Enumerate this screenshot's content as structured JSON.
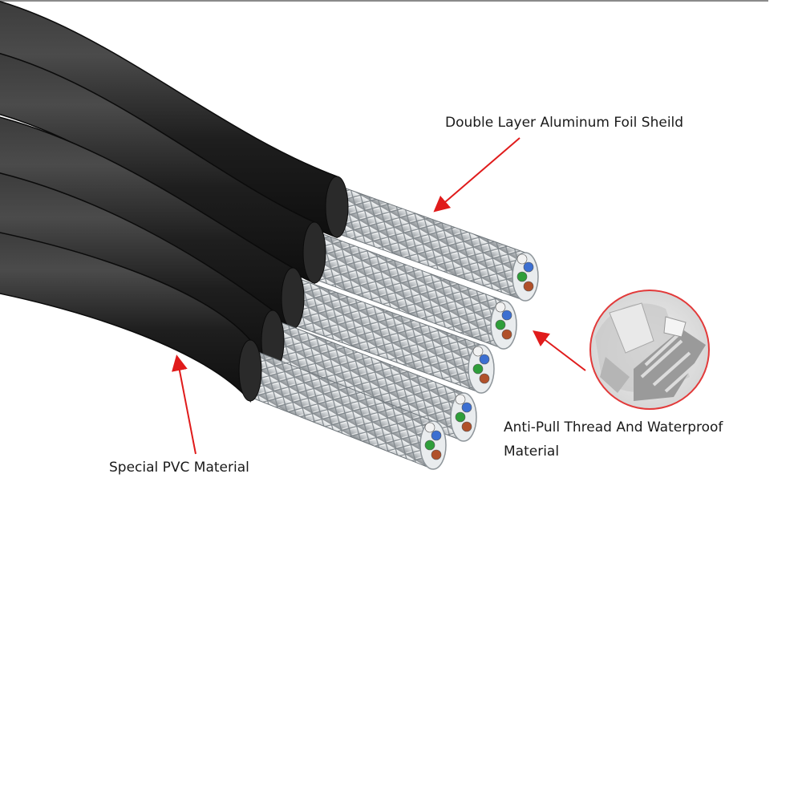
{
  "callouts": {
    "foil_shield": "Double Layer Aluminum Foil Sheild",
    "anti_pull_line1": "Anti-Pull Thread And Waterproof",
    "anti_pull_line2": "Material",
    "pvc": "Special PVC Material"
  },
  "colors": {
    "jacket": "#222222",
    "braid": "#c9cdd0",
    "arrow": "#e01b1b",
    "inset_ring": "#e23a3a"
  },
  "icons": {
    "cables": "flat-shielded-ethernet-cable",
    "inset": "aluminum-foil-detail"
  }
}
